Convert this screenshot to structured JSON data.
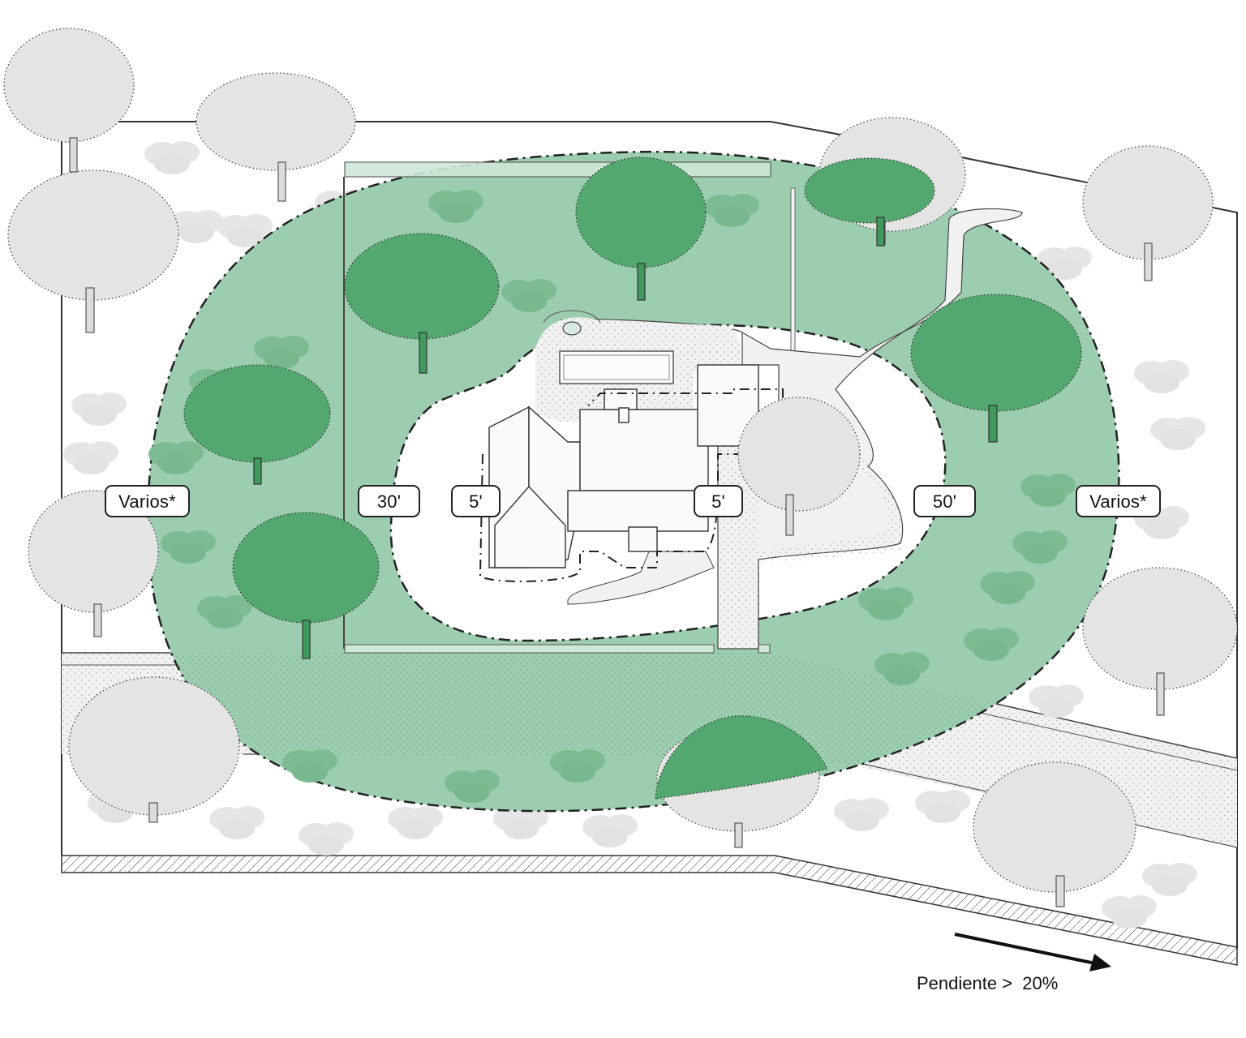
{
  "diagram": {
    "title": "Defensible space zones site plan",
    "colors": {
      "zone_fill": "#9dcdb0",
      "tree_green": "#52a86e",
      "tree_green_trunk": "#3f9a5c",
      "shrub_green": "#7dbb93",
      "tree_gray": "#e4e4e4",
      "shrub_gray": "#e6e6e6",
      "paving": "#f1f1f1",
      "building": "#fafafa",
      "outline": "#333333",
      "fence_fill": "#cfe7d8"
    },
    "zone_labels": [
      {
        "id": "left-outer",
        "text": "Varios*"
      },
      {
        "id": "left-30",
        "text": "30'"
      },
      {
        "id": "left-5",
        "text": "5'"
      },
      {
        "id": "right-5",
        "text": "5'"
      },
      {
        "id": "right-50",
        "text": "50'"
      },
      {
        "id": "right-outer",
        "text": "Varios*"
      }
    ],
    "slope": {
      "label": "Pendiente >",
      "value": "20%",
      "arrow_icon": "arrow-right-down-icon"
    }
  }
}
